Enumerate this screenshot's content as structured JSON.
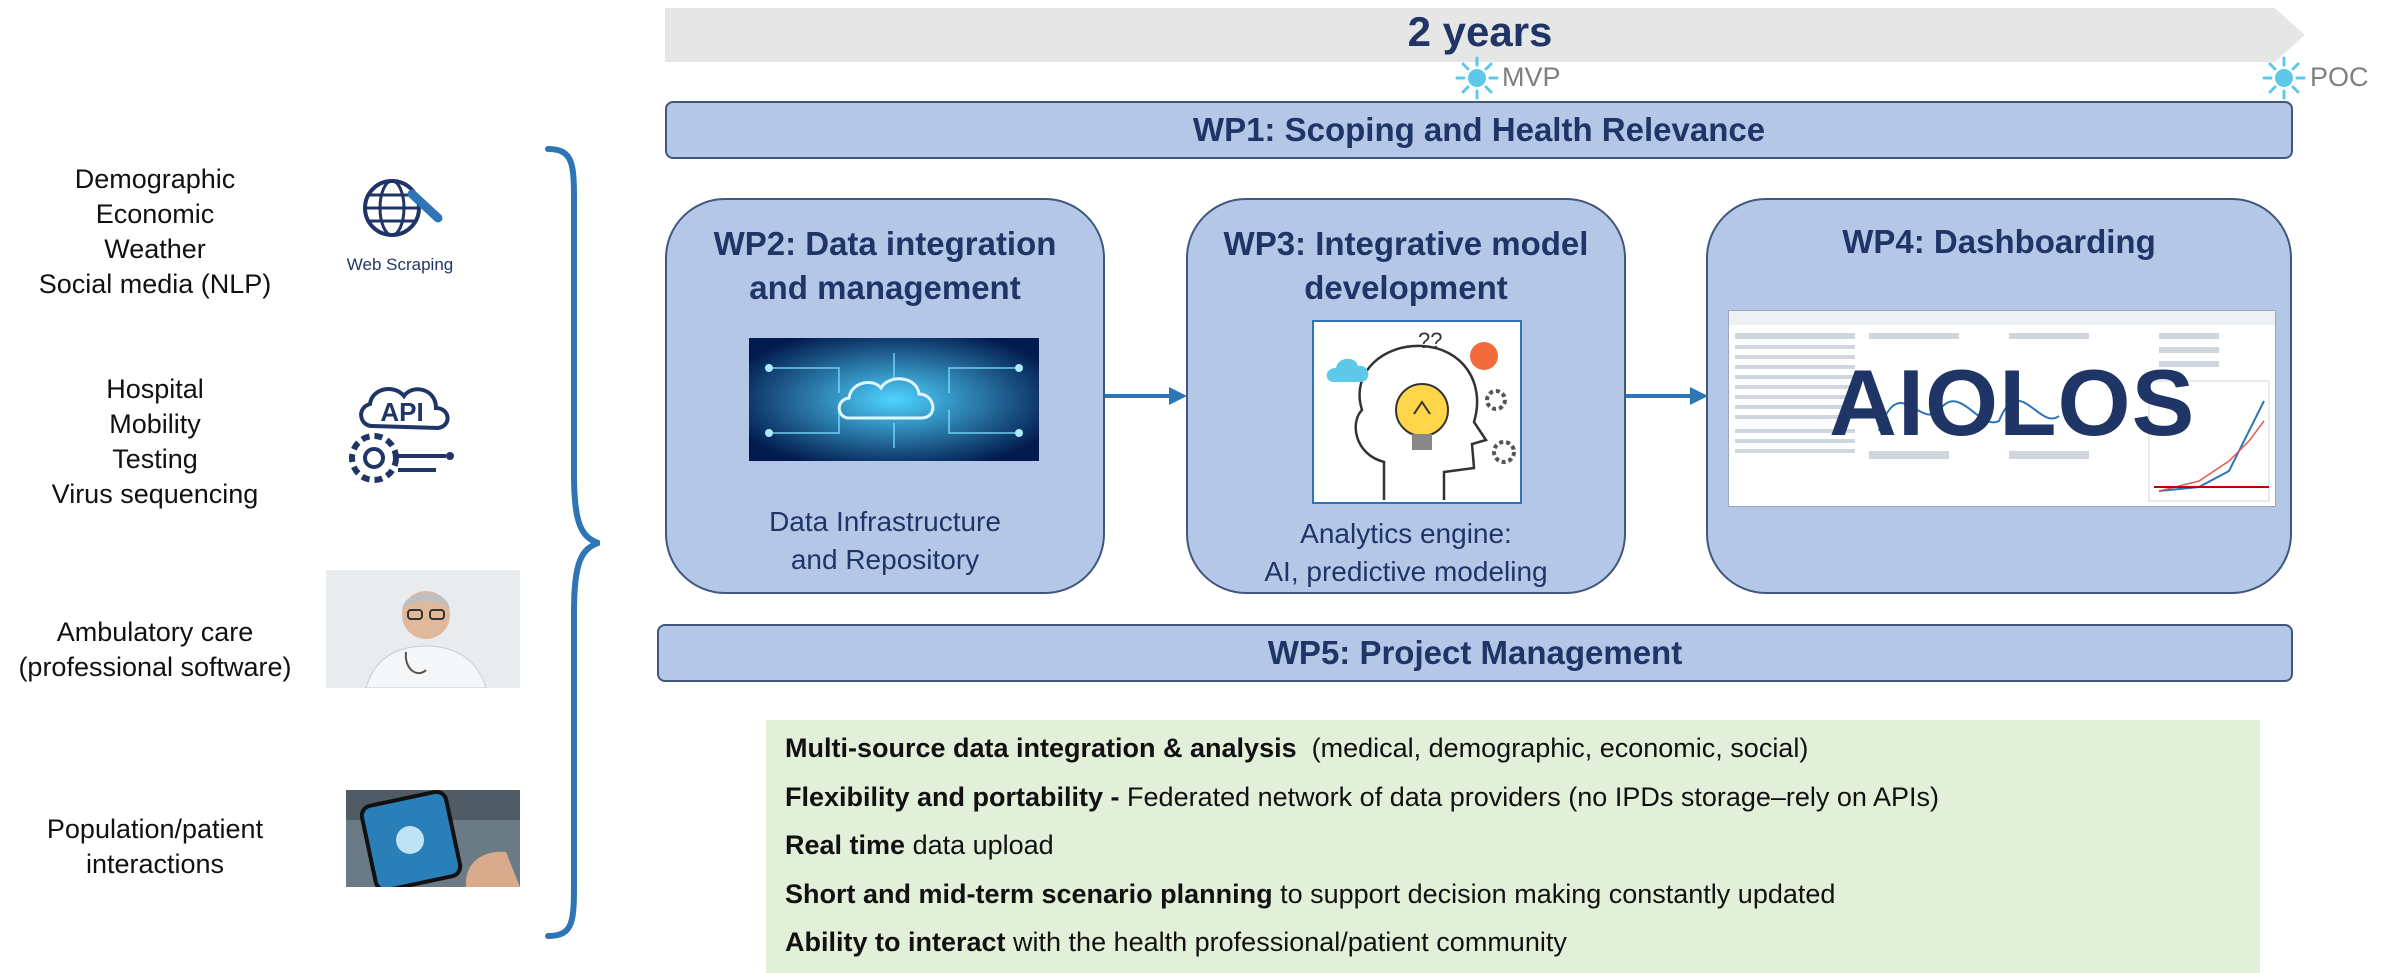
{
  "timeline": {
    "label": "2 years",
    "milestones": [
      "MVP",
      "POC"
    ]
  },
  "sources": [
    {
      "lines": [
        "Demographic",
        "Economic",
        "Weather",
        "Social media (NLP)"
      ],
      "icon": "web-scraping-icon",
      "icon_label": "Web Scraping"
    },
    {
      "lines": [
        "Hospital",
        "Mobility",
        "Testing",
        "Virus sequencing"
      ],
      "icon": "api-icon",
      "icon_label": "API"
    },
    {
      "lines": [
        "Ambulatory care",
        "(professional software)"
      ],
      "icon": "doctor-photo"
    },
    {
      "lines": [
        "Population/patient",
        "interactions"
      ],
      "icon": "phone-app-photo"
    }
  ],
  "wp1": "WP1: Scoping and Health Relevance",
  "wp2": {
    "title": [
      "WP2: Data integration",
      "and management"
    ],
    "subtitle": [
      "Data Infrastructure",
      "and Repository"
    ]
  },
  "wp3": {
    "title": [
      "WP3: Integrative model",
      "development"
    ],
    "subtitle": [
      "Analytics engine:",
      "AI, predictive modeling"
    ]
  },
  "wp4": {
    "title": "WP4: Dashboarding",
    "brand": "AIOLOS"
  },
  "wp5": "WP5: Project Management",
  "features": [
    {
      "bold": "Multi-source data integration & analysis",
      "rest": "  (medical, demographic, economic, social)"
    },
    {
      "bold": "Flexibility and portability -",
      "rest": " Federated network of data providers (no IPDs storage–rely on APIs)"
    },
    {
      "bold": "Real time",
      "rest": " data upload"
    },
    {
      "bold": "Short and mid-term scenario planning",
      "rest": " to support decision making constantly updated"
    },
    {
      "bold": "Ability to interact",
      "rest": " with the health professional/patient community"
    }
  ],
  "colors": {
    "box_fill": "#b4c7e7",
    "box_border": "#40577f",
    "title_text": "#1f3566",
    "brace": "#2e75b6",
    "features_bg": "#e2efd9",
    "timeline_bar": "#e7e6e6",
    "sun": "#5ec8e8"
  }
}
